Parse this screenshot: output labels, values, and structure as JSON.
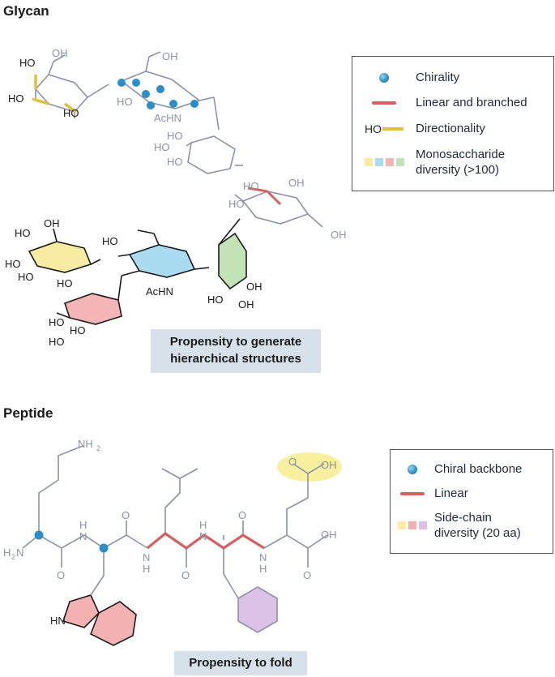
{
  "glycan": {
    "title": "Glycan",
    "legend": {
      "chirality": "Chirality",
      "linear_branched": "Linear and branched",
      "directionality_prefix": "HO",
      "directionality": "Directionality",
      "mono_line1": "Monosaccharide",
      "mono_line2": "diversity (>100)"
    },
    "caption_line1": "Propensity to generate",
    "caption_line2": "hierarchical structures",
    "labels": {
      "ho": "HO",
      "oh": "OH",
      "acnh": "AcHN"
    }
  },
  "peptide": {
    "title": "Peptide",
    "legend": {
      "chiral_backbone": "Chiral backbone",
      "linear": "Linear",
      "side_line1": "Side-chain",
      "side_line2": "diversity (20 aa)"
    },
    "caption": "Propensity to fold",
    "labels": {
      "nh2": "NH",
      "h2n": "H",
      "n": "N",
      "h": "H",
      "o": "O",
      "oh": "OH",
      "hn": "HN",
      "two": "2"
    }
  },
  "colors": {
    "blue": "#2a8fc9",
    "red": "#d85f5f",
    "yellow": "#e3bf3a",
    "sugar_yellow": "#f8eba2",
    "sugar_blue": "#a9dcf0",
    "sugar_red": "#f3b5b5",
    "sugar_green": "#c2e3b5",
    "side_purple": "#dcc2e6",
    "side_red": "#f4b1b1",
    "side_yellow": "#f8ef9f",
    "grey": "#8a93a8",
    "caption_bg": "#d7e1ea"
  }
}
